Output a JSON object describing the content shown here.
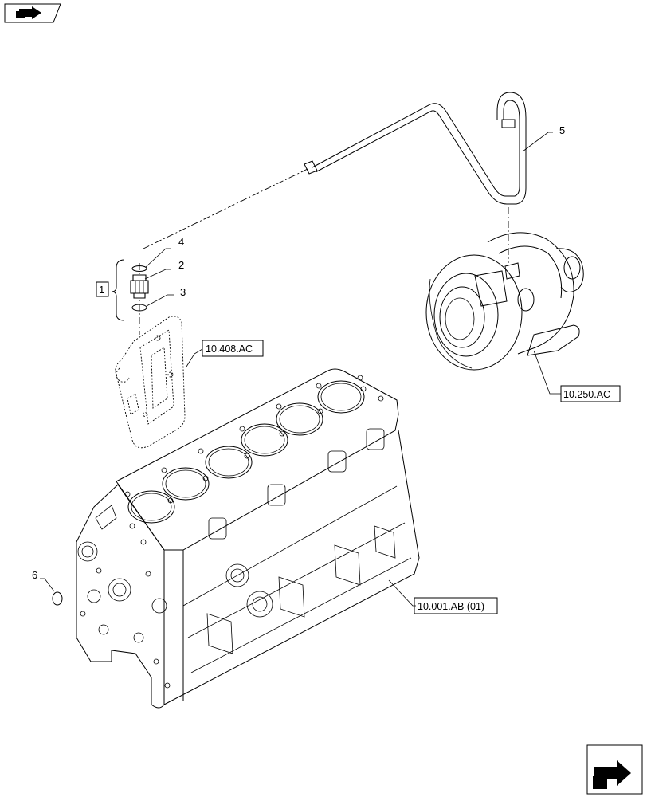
{
  "callouts": {
    "c1": "1",
    "c2": "2",
    "c3": "3",
    "c4": "4",
    "c5": "5",
    "c6": "6"
  },
  "references": {
    "plate": "10.408.AC",
    "turbo": "10.250.AC",
    "block": "10.001.AB (01)"
  },
  "icons": {
    "top_left": "next-page-arrow-icon",
    "bottom_right": "previous-page-arrow-icon"
  }
}
